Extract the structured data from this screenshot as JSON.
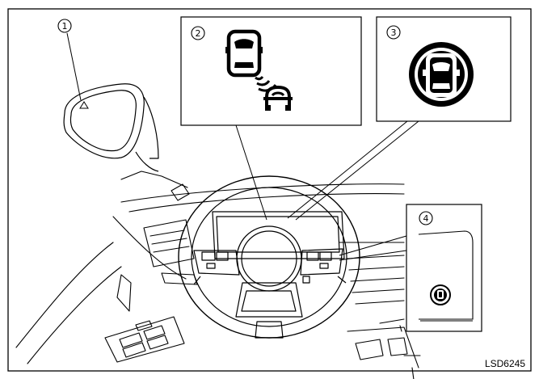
{
  "figure": {
    "code": "LSD6245",
    "callouts": [
      {
        "number": "1",
        "target": "outside-mirror-indicator"
      },
      {
        "number": "2",
        "target": "meter-warning-indicator"
      },
      {
        "number": "3",
        "target": "system-indicator-light"
      },
      {
        "number": "4",
        "target": "switch"
      }
    ]
  },
  "icons": {
    "callout1": "triangle-warning-light-icon",
    "callout2": "vehicle-sensor-waves-icon",
    "callout3": "blind-spot-indicator-icon",
    "callout4": "switch-button-icon"
  },
  "colors": {
    "ink": "#000000",
    "paper": "#ffffff"
  }
}
